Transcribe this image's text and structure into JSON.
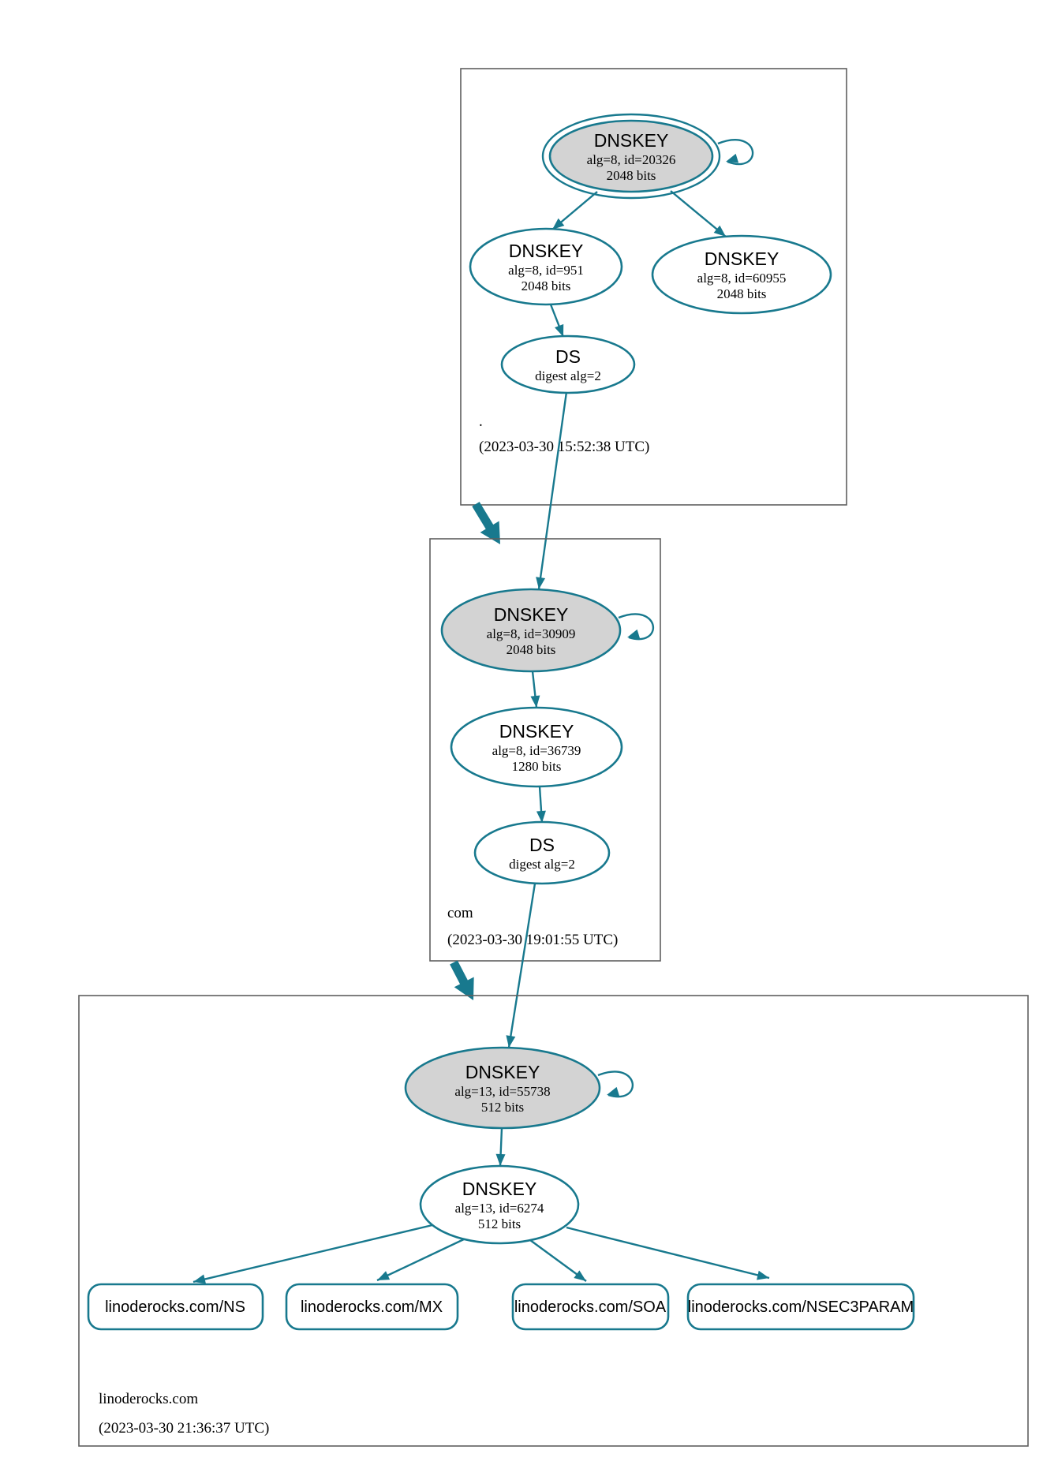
{
  "zones": [
    {
      "name": ".",
      "timestamp": "(2023-03-30 15:52:38 UTC)",
      "ksk": {
        "title": "DNSKEY",
        "attrs": "alg=8, id=20326",
        "bits": "2048 bits"
      },
      "zsk": {
        "title": "DNSKEY",
        "attrs": "alg=8, id=951",
        "bits": "2048 bits"
      },
      "zsk2": {
        "title": "DNSKEY",
        "attrs": "alg=8, id=60955",
        "bits": "2048 bits"
      },
      "ds": {
        "title": "DS",
        "attrs": "digest alg=2"
      }
    },
    {
      "name": "com",
      "timestamp": "(2023-03-30 19:01:55 UTC)",
      "ksk": {
        "title": "DNSKEY",
        "attrs": "alg=8, id=30909",
        "bits": "2048 bits"
      },
      "zsk": {
        "title": "DNSKEY",
        "attrs": "alg=8, id=36739",
        "bits": "1280 bits"
      },
      "ds": {
        "title": "DS",
        "attrs": "digest alg=2"
      }
    },
    {
      "name": "linoderocks.com",
      "timestamp": "(2023-03-30 21:36:37 UTC)",
      "ksk": {
        "title": "DNSKEY",
        "attrs": "alg=13, id=55738",
        "bits": "512 bits"
      },
      "zsk": {
        "title": "DNSKEY",
        "attrs": "alg=13, id=6274",
        "bits": "512 bits"
      },
      "rrsets": [
        "linoderocks.com/NS",
        "linoderocks.com/MX",
        "linoderocks.com/SOA",
        "linoderocks.com/NSEC3PARAM"
      ]
    }
  ],
  "colors": {
    "edge": "#18798e",
    "ksk_fill": "#d3d3d3",
    "zone_border": "#5f5f5f",
    "node_text": "#000000"
  }
}
